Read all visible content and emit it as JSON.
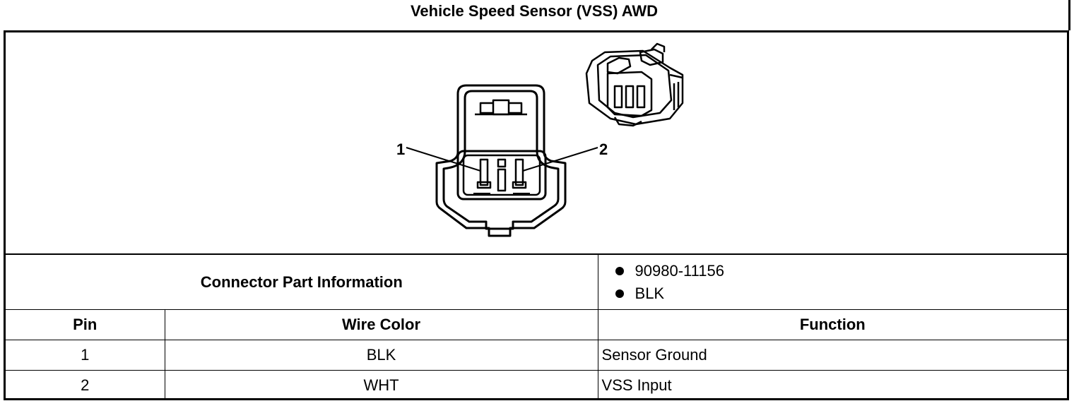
{
  "title": "Vehicle Speed Sensor (VSS) AWD",
  "diagram": {
    "pin_labels": [
      "1",
      "2"
    ]
  },
  "connector_info": {
    "label": "Connector Part Information",
    "items": [
      "90980-11156",
      "BLK"
    ]
  },
  "table": {
    "headers": [
      "Pin",
      "Wire Color",
      "Function"
    ],
    "rows": [
      {
        "pin": "1",
        "color": "BLK",
        "function": "Sensor Ground"
      },
      {
        "pin": "2",
        "color": "WHT",
        "function": "VSS Input"
      }
    ]
  }
}
